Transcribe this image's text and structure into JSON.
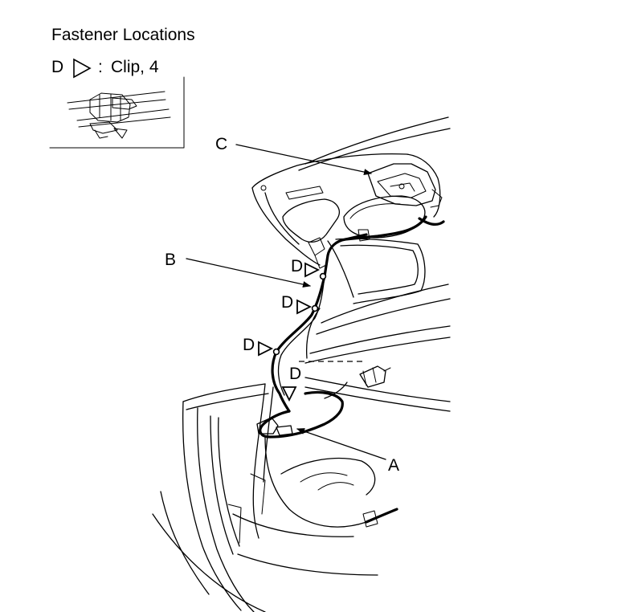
{
  "title": "Fastener Locations",
  "legend": {
    "letter": "D",
    "separator": ":",
    "text": "Clip, 4"
  },
  "callouts": {
    "a": "A",
    "b": "B",
    "c": "C",
    "d": "D"
  }
}
